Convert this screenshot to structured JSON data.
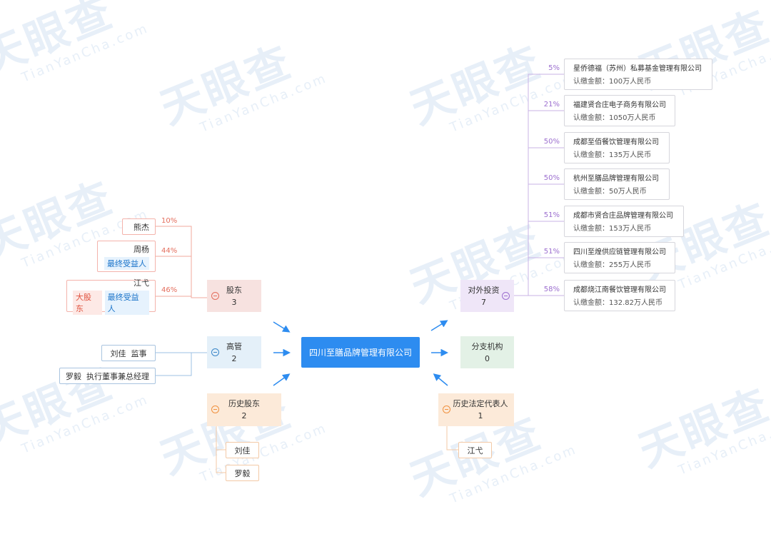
{
  "watermark": {
    "cn": "天眼查",
    "en": "TianYanCha.com"
  },
  "center": {
    "name": "四川至膳品牌管理有限公司"
  },
  "colors": {
    "accent": "#2d8cf0",
    "shareholder": "#e46e5d",
    "invest": "#9c6fcf",
    "manager": "#3a86c8",
    "history": "#f0913e"
  },
  "shareholders": {
    "label": "股东",
    "count": "3",
    "items": [
      {
        "name": "熊杰",
        "pct": "10%",
        "tags": []
      },
      {
        "name": "周杨",
        "pct": "44%",
        "tags": [
          "最终受益人"
        ]
      },
      {
        "name": "江弋",
        "pct": "46%",
        "tags": [
          "大股东",
          "最终受益人"
        ]
      }
    ]
  },
  "managers": {
    "label": "高管",
    "count": "2",
    "items": [
      {
        "text": "刘佳  监事"
      },
      {
        "text": "罗毅  执行董事兼总经理"
      }
    ]
  },
  "history_shareholders": {
    "label": "历史股东",
    "count": "2",
    "items": [
      {
        "text": "刘佳"
      },
      {
        "text": "罗毅"
      }
    ]
  },
  "investments": {
    "label": "对外投资",
    "count": "7",
    "items": [
      {
        "name": "星侨德福（苏州）私募基金管理有限公司",
        "pct": "5%",
        "amount": "认缴金额：100万人民币"
      },
      {
        "name": "福建贤合庄电子商务有限公司",
        "pct": "21%",
        "amount": "认缴金额：1050万人民币"
      },
      {
        "name": "成都至佰餐饮管理有限公司",
        "pct": "50%",
        "amount": "认缴金额：135万人民币"
      },
      {
        "name": "杭州至膳品牌管理有限公司",
        "pct": "50%",
        "amount": "认缴金额：50万人民币"
      },
      {
        "name": "成都市贤合庄品牌管理有限公司",
        "pct": "51%",
        "amount": "认缴金额：153万人民币"
      },
      {
        "name": "四川至煌供应链管理有限公司",
        "pct": "51%",
        "amount": "认缴金额：255万人民币"
      },
      {
        "name": "成都烧江南餐饮管理有限公司",
        "pct": "58%",
        "amount": "认缴金额：132.82万人民币"
      }
    ]
  },
  "branches": {
    "label": "分支机构",
    "count": "0"
  },
  "history_legal": {
    "label": "历史法定代表人",
    "count": "1",
    "items": [
      {
        "text": "江弋"
      }
    ]
  }
}
